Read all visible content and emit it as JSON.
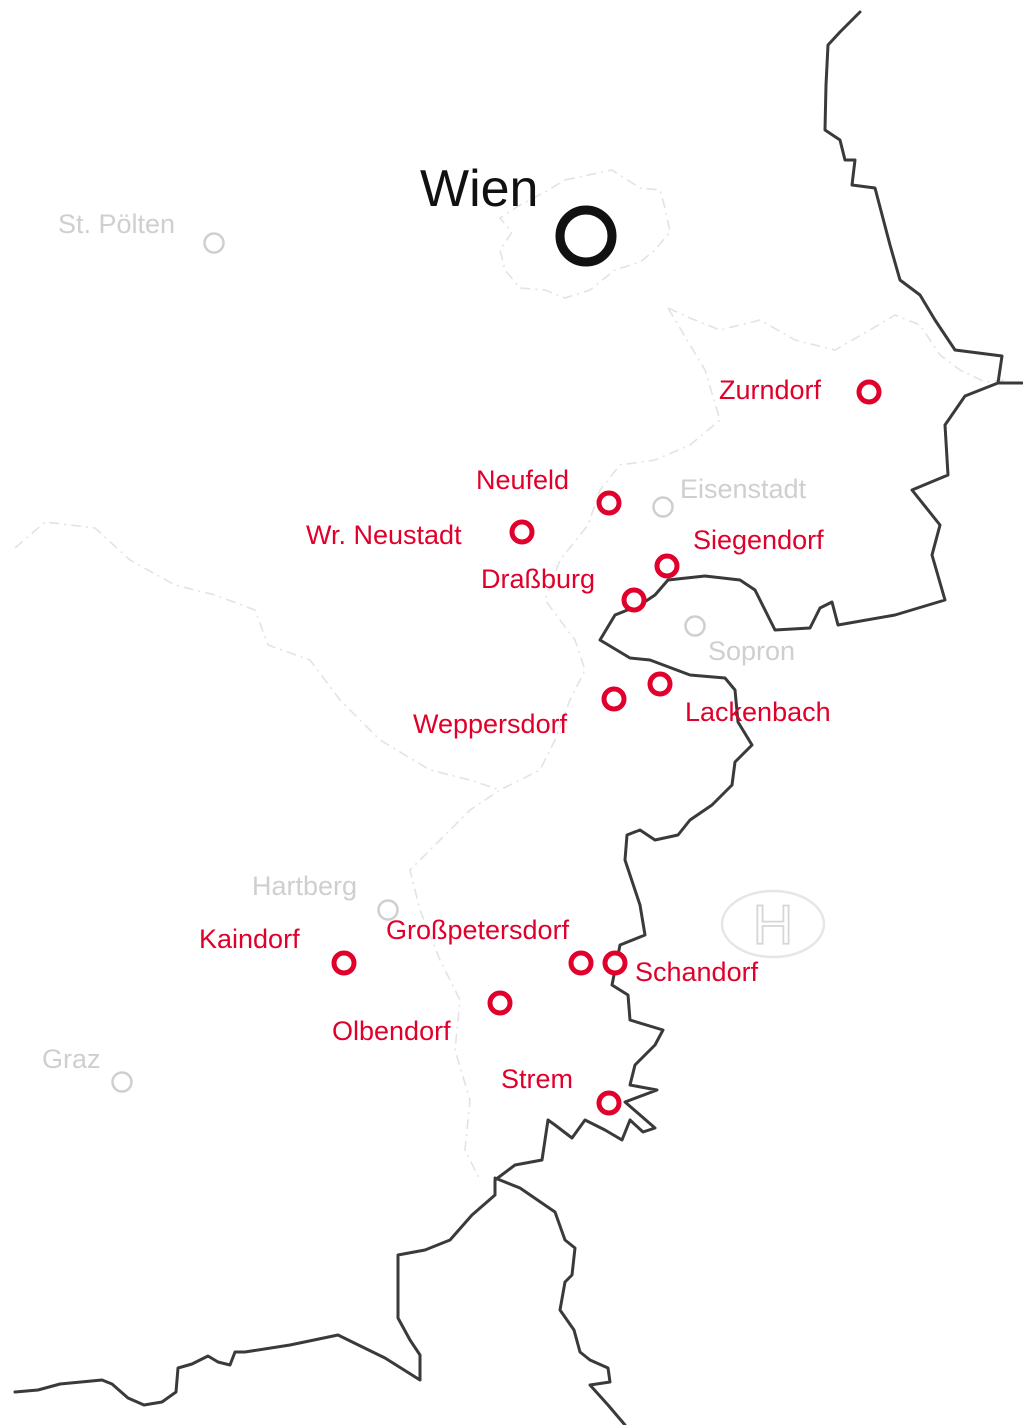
{
  "colors": {
    "site": "#e0002b",
    "reference": "#cfcfcf",
    "capital": "#111111",
    "border": "#3a3a3a",
    "regional_border": "#e3e3e3"
  },
  "capital": {
    "name": "Wien"
  },
  "reference_cities": [
    {
      "name": "St. Pölten"
    },
    {
      "name": "Eisenstadt"
    },
    {
      "name": "Sopron"
    },
    {
      "name": "Hartberg"
    },
    {
      "name": "Graz"
    }
  ],
  "sites": [
    {
      "name": "Zurndorf"
    },
    {
      "name": "Neufeld"
    },
    {
      "name": "Wr. Neustadt"
    },
    {
      "name": "Siegendorf"
    },
    {
      "name": "Draßburg"
    },
    {
      "name": "Weppersdorf"
    },
    {
      "name": "Lackenbach"
    },
    {
      "name": "Kaindorf"
    },
    {
      "name": "Großpetersdorf"
    },
    {
      "name": "Schandorf"
    },
    {
      "name": "Olbendorf"
    },
    {
      "name": "Strem"
    }
  ],
  "highway_sign": {
    "text": "H",
    "icon": "highway-sign-icon"
  }
}
